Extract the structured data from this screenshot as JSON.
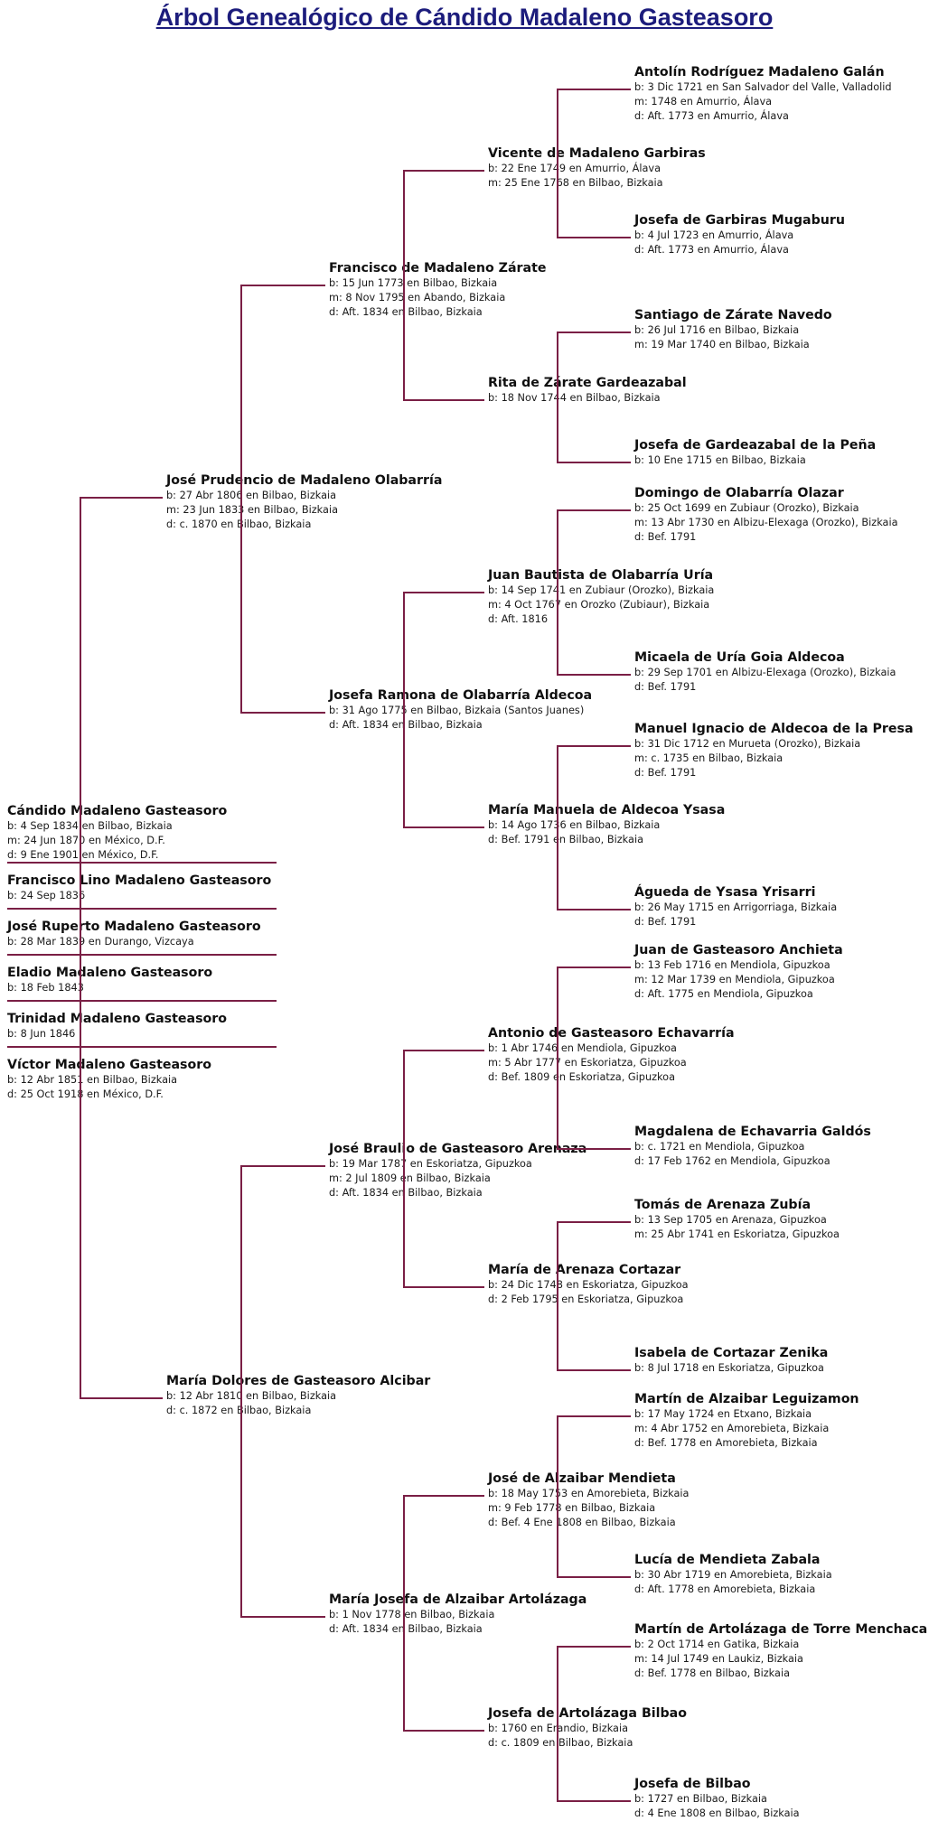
{
  "title": "Árbol Genealógico de Cándido Madaleno Gasteasoro",
  "line_color": "#7a1f45",
  "title_color": "#1c1c7c",
  "root": {
    "name": "Cándido Madaleno Gasteasoro",
    "lines": [
      "b: 4 Sep 1834 en Bilbao, Bizkaia",
      "m: 24 Jun 1870 en México, D.F.",
      "d: 9 Ene 1901 en México, D.F."
    ]
  },
  "siblings": [
    {
      "name": "Francisco Lino Madaleno Gasteasoro",
      "lines": [
        "b: 24 Sep 1836"
      ]
    },
    {
      "name": "José Ruperto Madaleno Gasteasoro",
      "lines": [
        "b: 28 Mar 1839 en Durango, Vizcaya"
      ]
    },
    {
      "name": "Eladio Madaleno Gasteasoro",
      "lines": [
        "b: 18 Feb 1843"
      ]
    },
    {
      "name": "Trinidad Madaleno Gasteasoro",
      "lines": [
        "b: 8 Jun 1846"
      ]
    },
    {
      "name": "Víctor Madaleno Gasteasoro",
      "lines": [
        "b: 12 Abr 1851 en Bilbao, Bizkaia",
        "d: 25 Oct 1918 en México, D.F."
      ]
    }
  ],
  "ancestors": [
    {
      "name": "José Prudencio de Madaleno Olabarría",
      "lines": [
        "b: 27 Abr 1806 en Bilbao, Bizkaia",
        "m: 23 Jun 1833 en Bilbao, Bizkaia",
        "d: c. 1870 en Bilbao, Bizkaia"
      ]
    },
    {
      "name": "María Dolores de Gasteasoro Alcibar",
      "lines": [
        "b: 12 Abr 1810 en Bilbao, Bizkaia",
        "d: c. 1872 en Bilbao, Bizkaia"
      ]
    },
    {
      "name": "Francisco de Madaleno Zárate",
      "lines": [
        "b: 15 Jun 1773 en Bilbao, Bizkaia",
        "m: 8 Nov 1795 en Abando, Bizkaia",
        "d: Aft. 1834 en Bilbao, Bizkaia"
      ]
    },
    {
      "name": "Josefa Ramona de Olabarría Aldecoa",
      "lines": [
        "b: 31 Ago 1775 en Bilbao, Bizkaia (Santos Juanes)",
        "d: Aft. 1834 en Bilbao, Bizkaia"
      ]
    },
    {
      "name": "José Braulio de Gasteasoro Arenaza",
      "lines": [
        "b: 19 Mar 1787 en Eskoriatza, Gipuzkoa",
        "m: 2 Jul 1809 en Bilbao, Bizkaia",
        "d: Aft. 1834 en Bilbao, Bizkaia"
      ]
    },
    {
      "name": "María Josefa de Alzaibar Artolázaga",
      "lines": [
        "b: 1 Nov 1778 en Bilbao, Bizkaia",
        "d: Aft. 1834 en Bilbao, Bizkaia"
      ]
    },
    {
      "name": "Vicente de Madaleno Garbiras",
      "lines": [
        "b: 22 Ene 1749 en Amurrio, Álava",
        "m: 25 Ene 1768 en Bilbao, Bizkaia"
      ]
    },
    {
      "name": "Rita de Zárate Gardeazabal",
      "lines": [
        "b: 18 Nov 1744 en Bilbao, Bizkaia"
      ]
    },
    {
      "name": "Juan Bautista de Olabarría Uría",
      "lines": [
        "b: 14 Sep 1741 en Zubiaur (Orozko), Bizkaia",
        "m: 4 Oct 1767 en Orozko (Zubiaur), Bizkaia",
        "d: Aft. 1816"
      ]
    },
    {
      "name": "María Manuela de Aldecoa Ysasa",
      "lines": [
        "b: 14 Ago 1736 en Bilbao, Bizkaia",
        "d: Bef. 1791 en Bilbao, Bizkaia"
      ]
    },
    {
      "name": "Antonio de Gasteasoro Echavarría",
      "lines": [
        "b: 1 Abr 1746 en Mendiola, Gipuzkoa",
        "m: 5 Abr 1777 en Eskoriatza, Gipuzkoa",
        "d: Bef. 1809 en Eskoriatza, Gipuzkoa"
      ]
    },
    {
      "name": "María de Arenaza Cortazar",
      "lines": [
        "b: 24 Dic 1748 en Eskoriatza, Gipuzkoa",
        "d: 2 Feb 1795 en Eskoriatza, Gipuzkoa"
      ]
    },
    {
      "name": "José de Alzaibar Mendieta",
      "lines": [
        "b: 18 May 1753 en Amorebieta, Bizkaia",
        "m: 9 Feb 1778 en Bilbao, Bizkaia",
        "d: Bef. 4 Ene 1808 en Bilbao, Bizkaia"
      ]
    },
    {
      "name": "Josefa de Artolázaga Bilbao",
      "lines": [
        "b: 1760 en Erandio, Bizkaia",
        "d: c. 1809 en Bilbao, Bizkaia"
      ]
    },
    {
      "name": "Antolín Rodríguez Madaleno Galán",
      "lines": [
        "b: 3 Dic 1721 en San Salvador del Valle, Valladolid",
        "m: 1748 en Amurrio, Álava",
        "d: Aft. 1773 en Amurrio, Álava"
      ]
    },
    {
      "name": "Josefa de Garbiras Mugaburu",
      "lines": [
        "b: 4 Jul 1723 en Amurrio, Álava",
        "d: Aft. 1773 en Amurrio, Álava"
      ]
    },
    {
      "name": "Santiago de Zárate Navedo",
      "lines": [
        "b: 26 Jul 1716 en Bilbao, Bizkaia",
        "m: 19 Mar 1740 en Bilbao, Bizkaia"
      ]
    },
    {
      "name": "Josefa de Gardeazabal de la Peña",
      "lines": [
        "b: 10 Ene 1715 en Bilbao, Bizkaia"
      ]
    },
    {
      "name": "Domingo de Olabarría Olazar",
      "lines": [
        "b: 25 Oct 1699 en Zubiaur (Orozko), Bizkaia",
        "m: 13 Abr 1730 en Albizu-Elexaga (Orozko), Bizkaia",
        "d: Bef. 1791"
      ]
    },
    {
      "name": "Micaela de Uría Goia Aldecoa",
      "lines": [
        "b: 29 Sep 1701 en Albizu-Elexaga (Orozko), Bizkaia",
        "d: Bef. 1791"
      ]
    },
    {
      "name": "Manuel Ignacio de Aldecoa de la Presa",
      "lines": [
        "b: 31 Dic 1712 en Murueta (Orozko), Bizkaia",
        "m: c. 1735 en Bilbao, Bizkaia",
        "d: Bef. 1791"
      ]
    },
    {
      "name": "Águeda de Ysasa Yrisarri",
      "lines": [
        "b: 26 May 1715 en Arrigorriaga, Bizkaia",
        "d: Bef. 1791"
      ]
    },
    {
      "name": "Juan de Gasteasoro Anchieta",
      "lines": [
        "b: 13 Feb 1716 en Mendiola, Gipuzkoa",
        "m: 12 Mar 1739 en Mendiola, Gipuzkoa",
        "d: Aft. 1775 en Mendiola, Gipuzkoa"
      ]
    },
    {
      "name": "Magdalena de Echavarria Galdós",
      "lines": [
        "b: c. 1721 en Mendiola, Gipuzkoa",
        "d: 17 Feb 1762 en Mendiola, Gipuzkoa"
      ]
    },
    {
      "name": "Tomás de Arenaza Zubía",
      "lines": [
        "b: 13 Sep 1705 en Arenaza, Gipuzkoa",
        "m: 25 Abr 1741 en Eskoriatza, Gipuzkoa"
      ]
    },
    {
      "name": "Isabela de Cortazar Zenika",
      "lines": [
        "b: 8 Jul 1718 en Eskoriatza, Gipuzkoa"
      ]
    },
    {
      "name": "Martín de Alzaibar Leguizamon",
      "lines": [
        "b: 17 May 1724 en Etxano, Bizkaia",
        "m: 4 Abr 1752 en Amorebieta, Bizkaia",
        "d: Bef. 1778 en Amorebieta, Bizkaia"
      ]
    },
    {
      "name": "Lucía de Mendieta Zabala",
      "lines": [
        "b: 30 Abr 1719 en Amorebieta, Bizkaia",
        "d: Aft. 1778 en Amorebieta, Bizkaia"
      ]
    },
    {
      "name": "Martín de Artolázaga de Torre Menchaca",
      "lines": [
        "b: 2 Oct 1714 en Gatika, Bizkaia",
        "m: 14 Jul 1749 en Laukiz, Bizkaia",
        "d: Bef. 1778 en Bilbao, Bizkaia"
      ]
    },
    {
      "name": "Josefa de Bilbao",
      "lines": [
        "b: 1727 en Bilbao, Bizkaia",
        "d: 4 Ene 1808 en Bilbao, Bizkaia"
      ]
    }
  ]
}
